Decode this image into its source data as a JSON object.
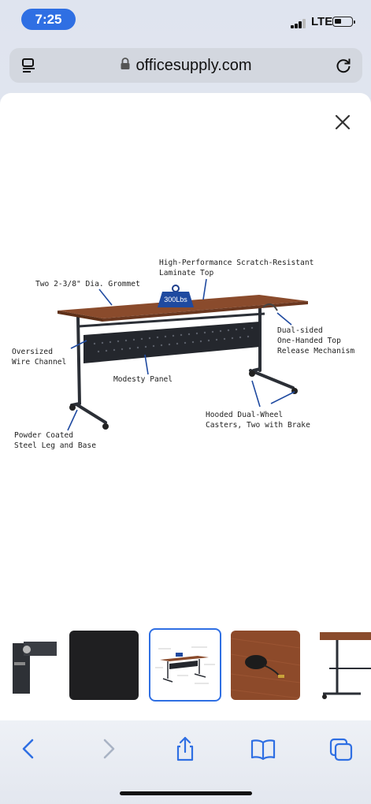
{
  "status_bar": {
    "time": "7:25",
    "network": "LTE",
    "signal_bars_filled": 3,
    "battery_level_fraction": 0.3
  },
  "address_bar": {
    "url": "officesupply.com",
    "icons": [
      "reader-icon",
      "lock-icon",
      "reload-icon"
    ]
  },
  "viewer": {
    "close_icon": "close-icon",
    "image": {
      "weight_label": "300Lbs",
      "callouts": {
        "top": "High-Performance Scratch-Resistant\nLaminate Top",
        "grommet": "Two 2-3/8\" Dia. Grommet",
        "release": "Dual-sided\nOne-Handed Top\nRelease Mechanism",
        "wire_channel": "Oversized\nWire Channel",
        "modesty": "Modesty Panel",
        "casters": "Hooded Dual-Wheel\nCasters, Two with Brake",
        "legs": "Powder Coated\nSteel Leg and Base"
      }
    },
    "thumbnails": [
      {
        "name": "leg-mechanism-closeup",
        "selected": false
      },
      {
        "name": "black-laminate-swatch",
        "selected": false
      },
      {
        "name": "table-features-diagram",
        "selected": true
      },
      {
        "name": "grommet-closeup",
        "selected": false
      },
      {
        "name": "table-side-view",
        "selected": false
      }
    ]
  },
  "toolbar": {
    "buttons": [
      "back-icon",
      "forward-icon",
      "share-icon",
      "bookmarks-icon",
      "tabs-icon"
    ],
    "colors": {
      "active": "#2f6fe3",
      "disabled": "#a9b3c4"
    }
  }
}
